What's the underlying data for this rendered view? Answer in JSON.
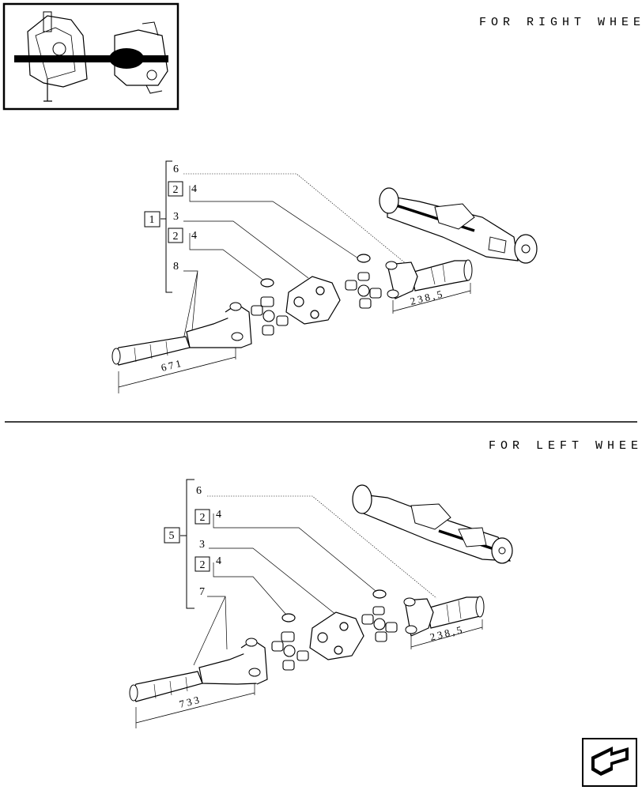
{
  "sections": {
    "right": {
      "heading": "FOR RIGHT WHEEL",
      "group_ref": "1",
      "items": [
        "6",
        "4",
        "3",
        "4",
        "8"
      ],
      "boxed_ref_a": "2",
      "boxed_ref_b": "2",
      "dimension_long": "671",
      "dimension_short": "238,5"
    },
    "left": {
      "heading": "FOR LEFT WHEEL",
      "group_ref": "5",
      "items": [
        "6",
        "4",
        "3",
        "4",
        "7"
      ],
      "boxed_ref_a": "2",
      "boxed_ref_b": "2",
      "dimension_long": "733",
      "dimension_short": "238,5"
    }
  },
  "icons": {
    "thumbnail": "axle-overview-thumbnail",
    "nav": "next-page-arrow-icon"
  }
}
